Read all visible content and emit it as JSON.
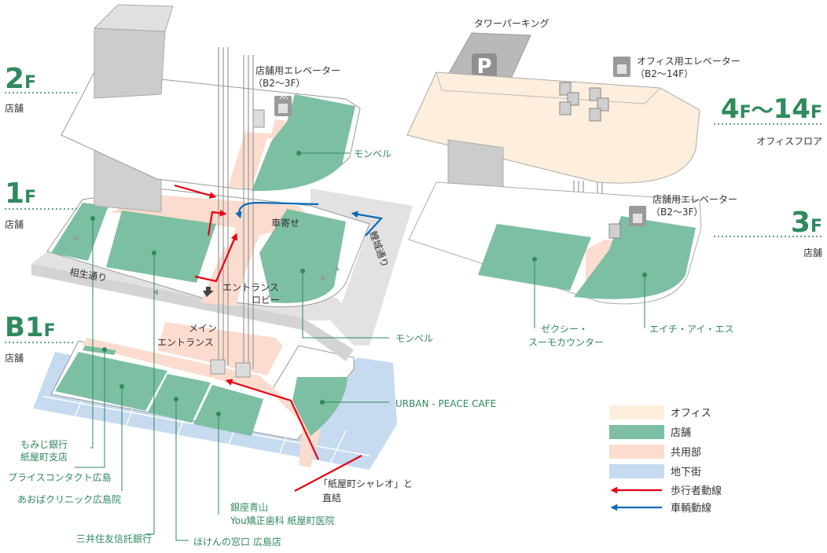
{
  "colors": {
    "office": "#fdeedd",
    "store": "#7dbfa2",
    "common": "#fbdcce",
    "underground": "#c6daf0",
    "pedestrian": "#e60012",
    "vehicle": "#0b6bb5",
    "accent_green": "#2f8a5d"
  },
  "floors": {
    "f2": {
      "num": "2",
      "suffix": "F",
      "label": "店舗"
    },
    "f1": {
      "num": "1",
      "suffix": "F",
      "label": "店舗"
    },
    "b1": {
      "num": "B1",
      "suffix": "F",
      "label": "店舗"
    },
    "f4_14": {
      "num_a": "4",
      "suffix_a": "F",
      "tilde": "〜",
      "num_b": "14",
      "suffix_b": "F",
      "label": "オフィスフロア"
    },
    "f3": {
      "num": "3",
      "suffix": "F",
      "label": "店舗"
    }
  },
  "labels": {
    "tower_parking": "タワーパーキング",
    "parking_p": "P",
    "store_elevator_2f_line1": "店舗用エレベーター",
    "store_elevator_2f_line2": "（B2〜3F）",
    "office_elevator_line1": "オフィス用エレベーター",
    "office_elevator_line2": "（B2〜14F）",
    "store_elevator_3f_line1": "店舗用エレベーター",
    "store_elevator_3f_line2": "（B2〜3F）",
    "monbell_2f": "モンベル",
    "monbell_1f": "モンベル",
    "kurumayose": "車寄せ",
    "entrance_lobby_line1": "エントランス",
    "entrance_lobby_line2": "ロビー",
    "main_entrance_line1": "メイン",
    "main_entrance_line2": "エントランス",
    "aioi_street": "相生通り",
    "rijo_street": "鯉城通り",
    "zexy_line1": "ゼクシー・",
    "zexy_line2": "スーモカウンター",
    "his": "エイチ・アイ・エス",
    "urban_peace": "URBAN - PEACE CAFE",
    "momiji_line1": "もみじ銀行",
    "momiji_line2": "紙屋町支店",
    "price_contact": "プライスコンタクト広島",
    "aoba": "あおばクリニック広島院",
    "mitsui": "三井住友信託銀行",
    "hoken": "ほけんの窓口 広島店",
    "ginza_line1": "銀座青山",
    "ginza_line2": "You矯正歯科 紙屋町医院",
    "shareo_line1": "「紙屋町シャレオ」と",
    "shareo_line2": "直結"
  },
  "legend": {
    "office": "オフィス",
    "store": "店舗",
    "common": "共用部",
    "underground": "地下街",
    "pedestrian": "歩行者動線",
    "vehicle": "車輌動線"
  }
}
